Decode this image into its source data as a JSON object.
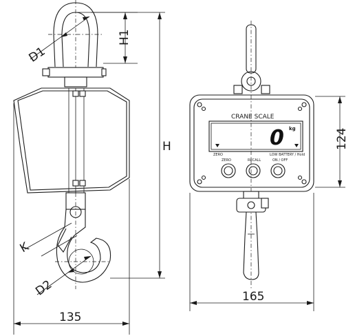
{
  "side_view": {
    "dim_width": "135",
    "dim_height": "H",
    "dim_shackle_height": "H1",
    "dim_shackle_diameter": "D1",
    "dim_hook_diameter": "D2",
    "dim_hook_opening": "K"
  },
  "front_view": {
    "dim_width": "165",
    "dim_height": "124",
    "panel_title": "CRANE SCALE",
    "display_value": "0",
    "display_unit": "kg",
    "indicator_left": "ZERO",
    "indicator_right": "LOW BATTERY / Hold",
    "buttons": [
      {
        "label": "ZERO"
      },
      {
        "label": "RECALL"
      },
      {
        "label": "ON / OFF"
      }
    ]
  }
}
